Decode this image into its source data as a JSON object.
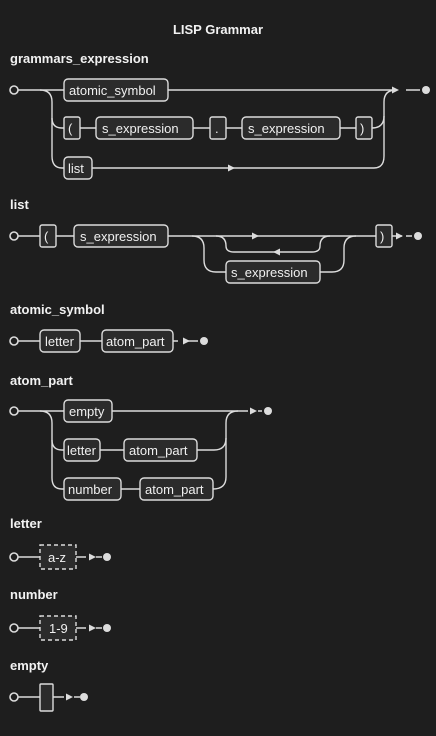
{
  "title": "LISP Grammar",
  "rules": {
    "grammars_expression": "grammars_expression",
    "list": "list",
    "atomic_symbol": "atomic_symbol",
    "atom_part": "atom_part",
    "letter": "letter",
    "number": "number",
    "empty": "empty"
  },
  "tokens": {
    "atomic_symbol": "atomic_symbol",
    "lparen": "(",
    "rparen": ")",
    "dot": ".",
    "s_expression": "s_expression",
    "list": "list",
    "letter": "letter",
    "atom_part": "atom_part",
    "empty": "empty",
    "number": "number",
    "a_z": "a-z",
    "one_nine": "1-9"
  }
}
